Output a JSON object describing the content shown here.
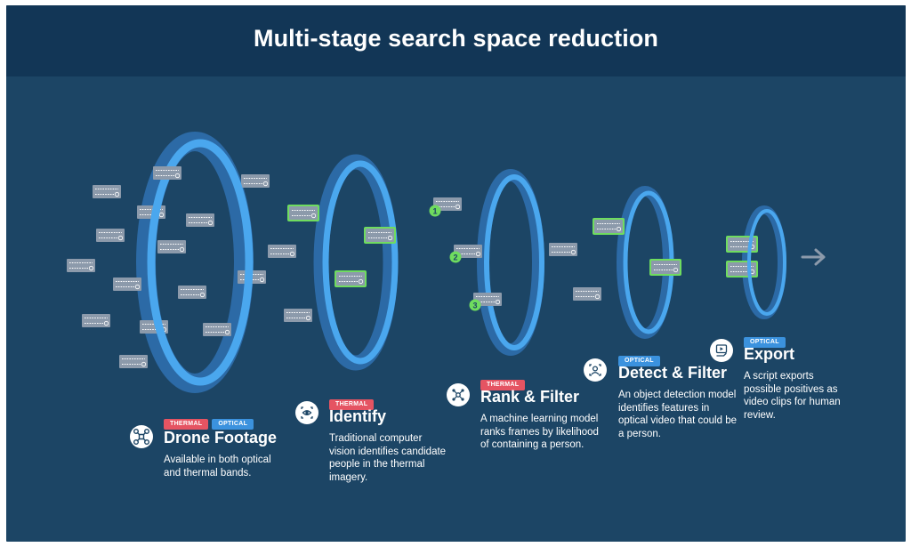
{
  "title": "Multi-stage search space reduction",
  "tags": {
    "thermal": "THERMAL",
    "optical": "OPTICAL"
  },
  "stages": [
    {
      "title": "Drone Footage",
      "description": "Available in both optical and thermal bands.",
      "icon": "drone-icon",
      "tags": [
        "THERMAL",
        "OPTICAL"
      ]
    },
    {
      "title": "Identify",
      "description": "Traditional computer vision identifies candidate people in the thermal imagery.",
      "icon": "eye-icon",
      "tags": [
        "THERMAL"
      ]
    },
    {
      "title": "Rank & Filter",
      "description": "A machine learning model ranks frames by likelihood of containing a person.",
      "icon": "network-icon",
      "tags": [
        "THERMAL"
      ]
    },
    {
      "title": "Detect & Filter",
      "description": "An object detection model identifies features in optical video that could be a person.",
      "icon": "face-scan-icon",
      "tags": [
        "OPTICAL"
      ]
    },
    {
      "title": "Export",
      "description": "A script exports possible positives as video clips for human review.",
      "icon": "video-export-icon",
      "tags": [
        "OPTICAL"
      ]
    }
  ],
  "rank_labels": [
    "1",
    "2",
    "3"
  ],
  "colors": {
    "background": "#1c4565",
    "header": "#123656",
    "ring_front": "#4aa7ee",
    "ring_back": "#2c6aa6",
    "frame_fill": "#8a98a8",
    "highlight": "#6fdc5f",
    "thermal": "#e55462",
    "optical": "#3b92de"
  }
}
